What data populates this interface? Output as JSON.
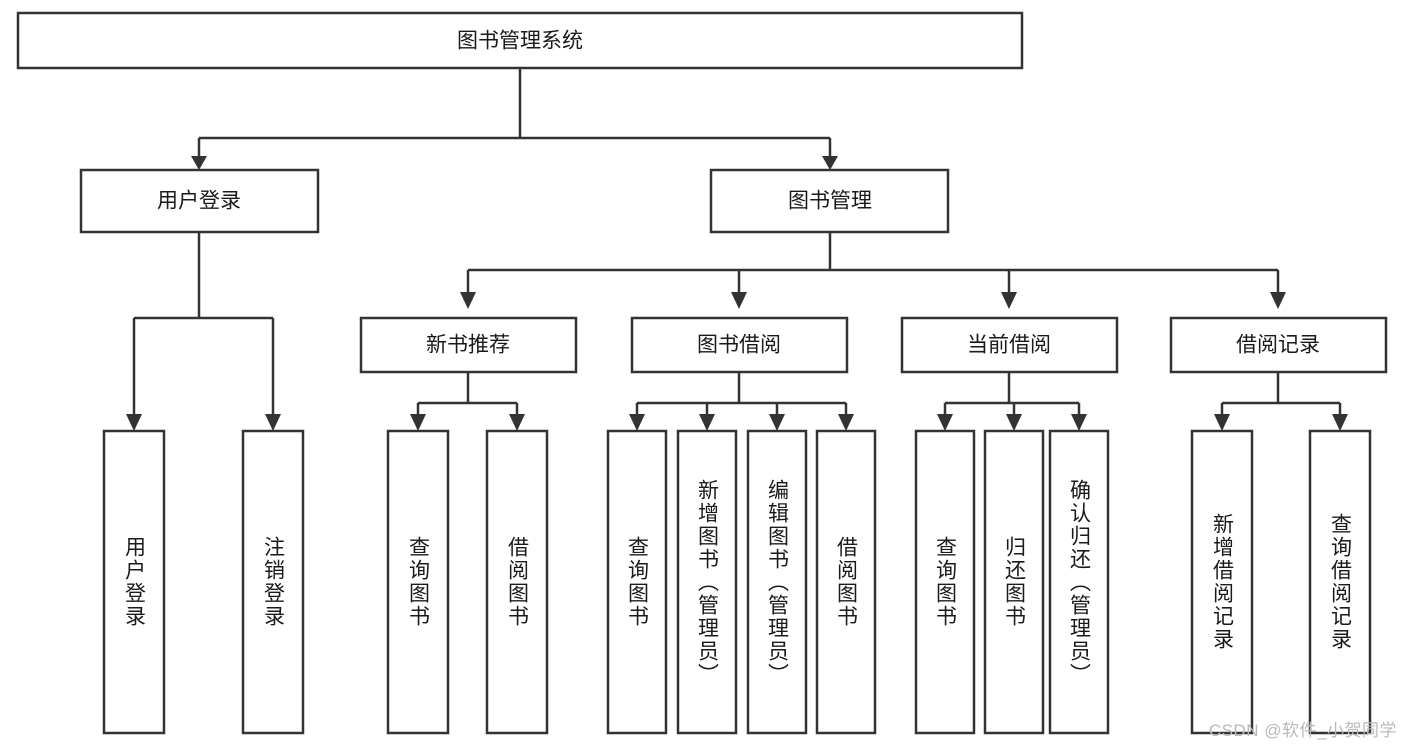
{
  "diagram": {
    "title": "图书管理系统",
    "root": {
      "label": "图书管理系统"
    },
    "level2": [
      {
        "label": "用户登录"
      },
      {
        "label": "图书管理"
      }
    ],
    "level3": [
      {
        "label": "新书推荐"
      },
      {
        "label": "图书借阅"
      },
      {
        "label": "当前借阅"
      },
      {
        "label": "借阅记录"
      }
    ],
    "leaves": {
      "user_login": [
        {
          "label": "用户登录"
        },
        {
          "label": "注销登录"
        }
      ],
      "new_book_recommend": [
        {
          "label": "查询图书"
        },
        {
          "label": "借阅图书"
        }
      ],
      "book_borrow": [
        {
          "label": "查询图书"
        },
        {
          "label": "新增图书（管理员）"
        },
        {
          "label": "编辑图书（管理员）"
        },
        {
          "label": "借阅图书"
        }
      ],
      "current_borrow": [
        {
          "label": "查询图书"
        },
        {
          "label": "归还图书"
        },
        {
          "label": "确认归还（管理员）"
        }
      ],
      "borrow_record": [
        {
          "label": "新增借阅记录"
        },
        {
          "label": "查询借阅记录"
        }
      ]
    }
  },
  "watermark": {
    "text": "CSDN @软件_小贺同学"
  },
  "colors": {
    "box_stroke": "#333333",
    "box_fill": "#ffffff",
    "text": "#1a1a1a",
    "watermark": "#b9b9b9",
    "background": "#ffffff"
  }
}
